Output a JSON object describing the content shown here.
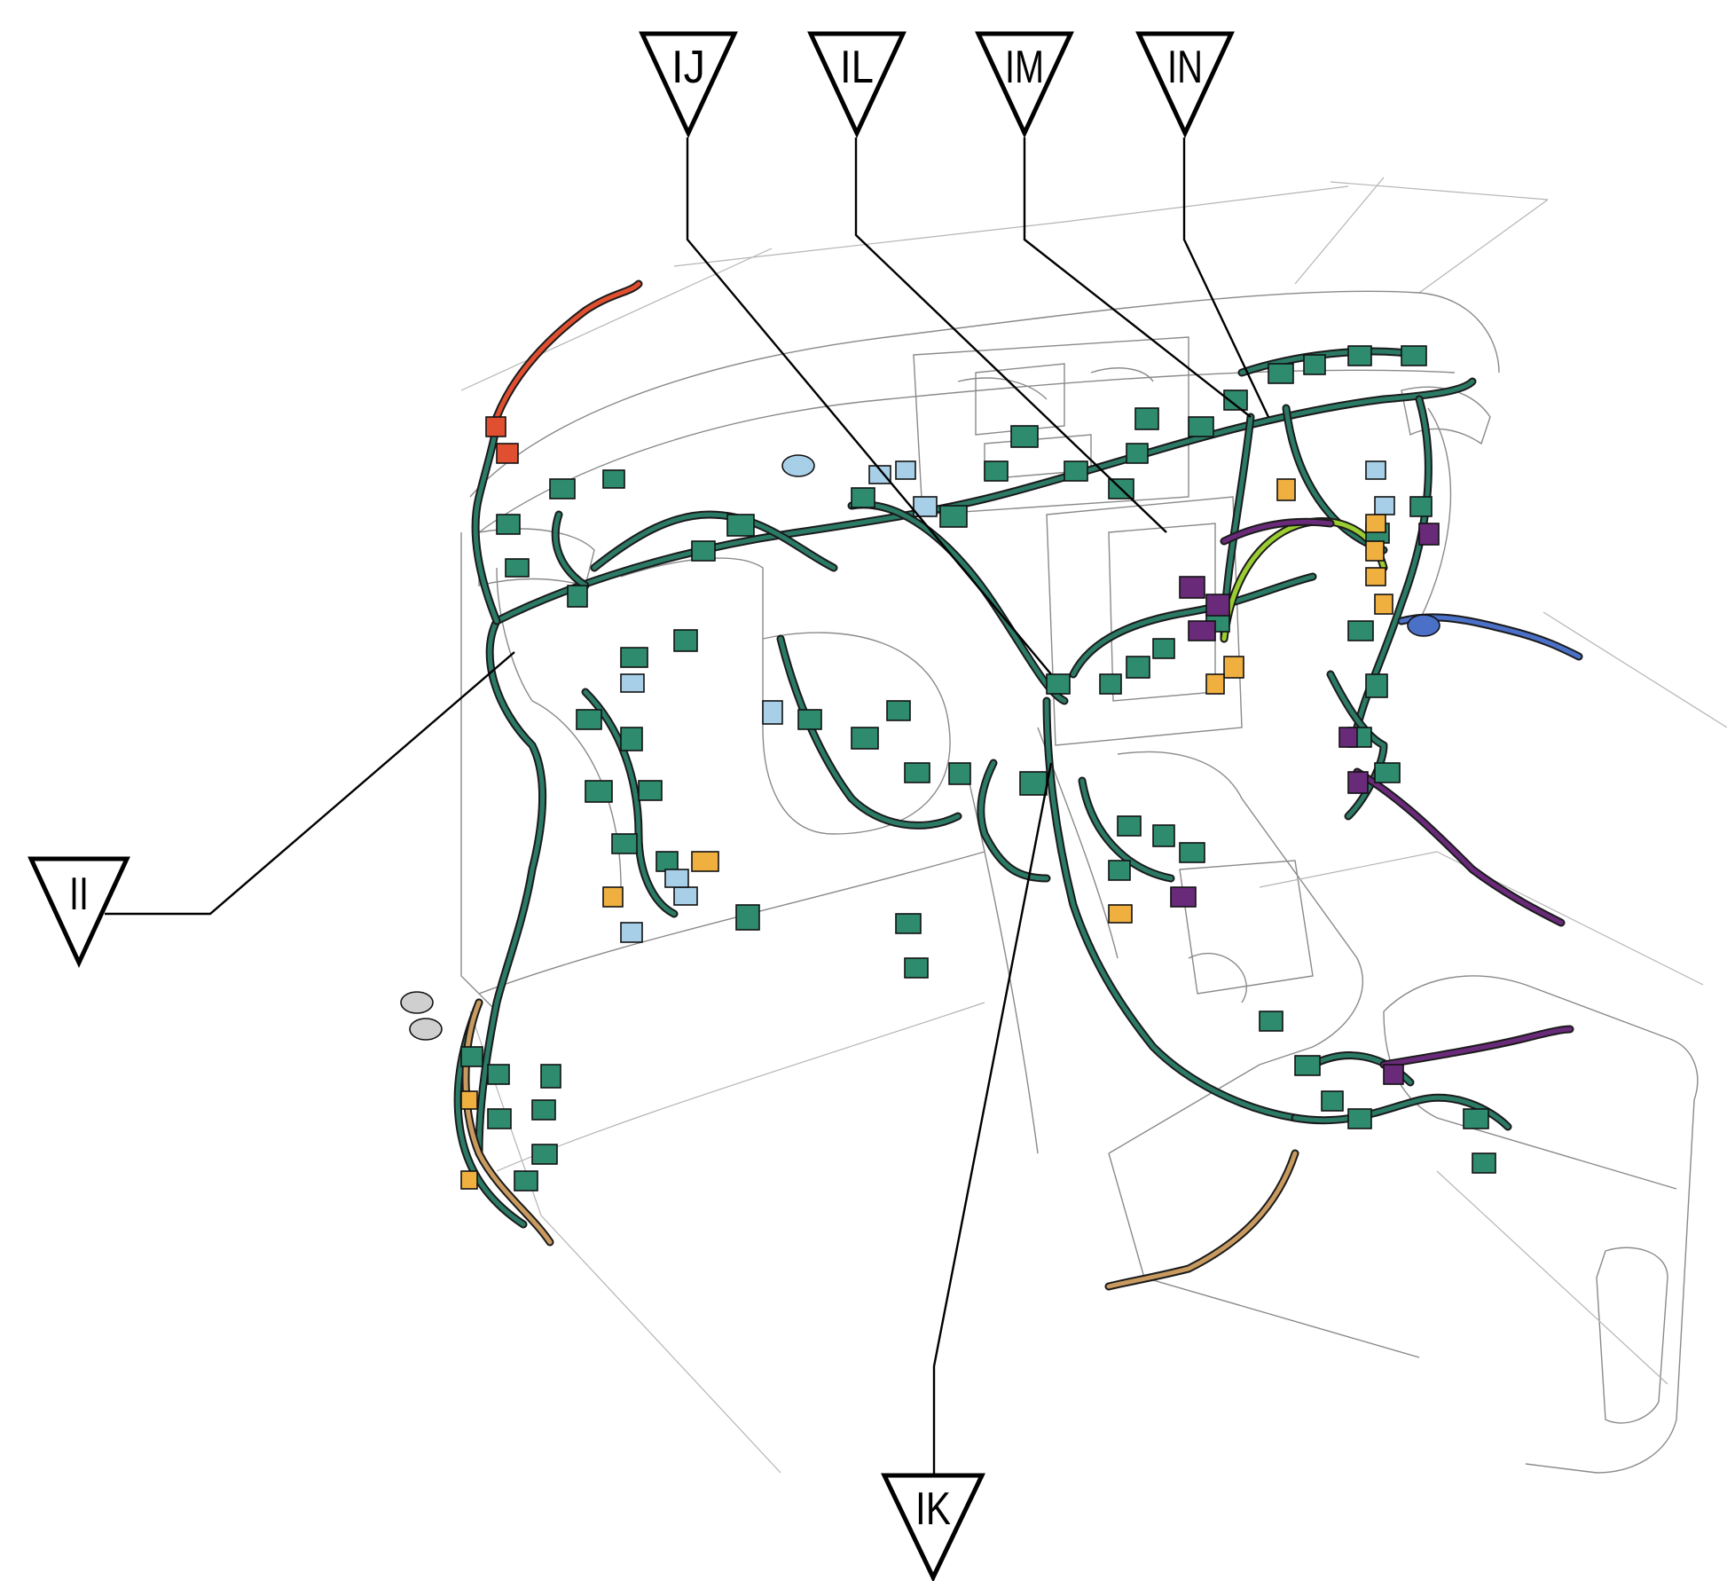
{
  "colors": {
    "main_harness": "#2b7a66",
    "connector": "#2e8b6e",
    "light_blue": "#a8cfe8",
    "orange": "#f0b040",
    "purple": "#6a2a7a",
    "red": "#e05030",
    "blue": "#4a70c8",
    "tan": "#c89a60",
    "outline": "#8a8a8a"
  },
  "labels": [
    {
      "id": "IJ",
      "text": "IJ"
    },
    {
      "id": "IL",
      "text": "IL"
    },
    {
      "id": "IM",
      "text": "IM"
    },
    {
      "id": "IN",
      "text": "IN"
    },
    {
      "id": "II",
      "text": "II"
    },
    {
      "id": "IK",
      "text": "IK"
    }
  ]
}
